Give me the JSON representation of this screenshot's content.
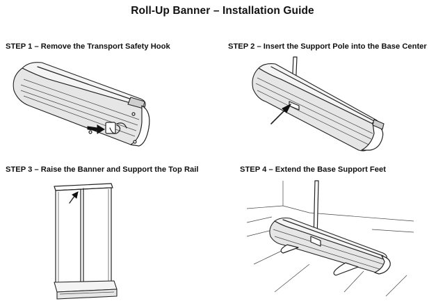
{
  "document": {
    "title": "Roll-Up Banner – Installation Guide"
  },
  "steps": [
    {
      "label": "STEP 1 – Remove the Transport Safety Hook",
      "illustration_icon": "banner-base-safety-hook-icon"
    },
    {
      "label": "STEP 2 – Insert the Support Pole into the Base Center",
      "illustration_icon": "support-pole-insert-icon"
    },
    {
      "label": "STEP 3 – Raise the Banner and Support the Top Rail",
      "illustration_icon": "raised-banner-icon"
    },
    {
      "label": "STEP 4 – Extend the Base Support Feet",
      "illustration_icon": "base-support-feet-icon"
    }
  ]
}
